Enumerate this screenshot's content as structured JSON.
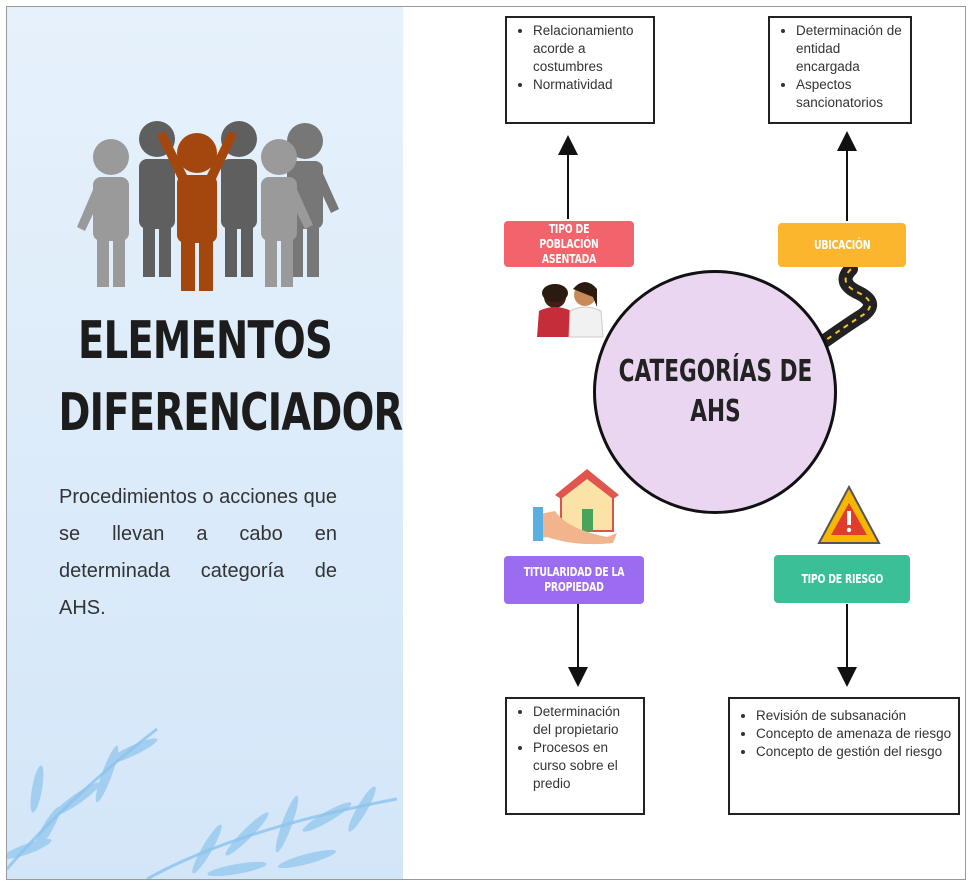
{
  "left": {
    "title_line1": "ELEMENTOS",
    "title_line2": "DIFERENCIADORES",
    "description": "Procedimientos o acciones que se llevan a cabo en determinada categoría de AHS."
  },
  "center": {
    "line1": "CATEGORÍAS DE",
    "line2": "AHS"
  },
  "labels": {
    "poblacion": "TIPO DE POBLACIÓN ASENTADA",
    "ubicacion": "UBICACIÓN",
    "titularidad": "TITULARIDAD DE LA PROPIEDAD",
    "riesgo": "TIPO DE RIESGO"
  },
  "boxes": {
    "poblacion": [
      "Relacionamiento acorde a costumbres",
      "Normatividad"
    ],
    "ubicacion": [
      "Determinación de entidad encargada",
      "Aspectos sancionatorios"
    ],
    "titularidad": [
      "Determinación del propietario",
      "Procesos en curso sobre el predio"
    ],
    "riesgo": [
      "Revisión de subsanación",
      "Concepto de amenaza de riesgo",
      "Concepto de gestión del riesgo"
    ]
  },
  "colors": {
    "poblacion": "#f2636b",
    "ubicacion": "#fbb62e",
    "titularidad": "#9b6cf0",
    "riesgo": "#3bbf96",
    "center_fill": "#ead6f1",
    "left_panel": "#dcebfa"
  },
  "icons": [
    "people-group-icon",
    "women-icon",
    "road-icon",
    "house-hand-icon",
    "warning-sign-icon",
    "leaves-decoration"
  ]
}
